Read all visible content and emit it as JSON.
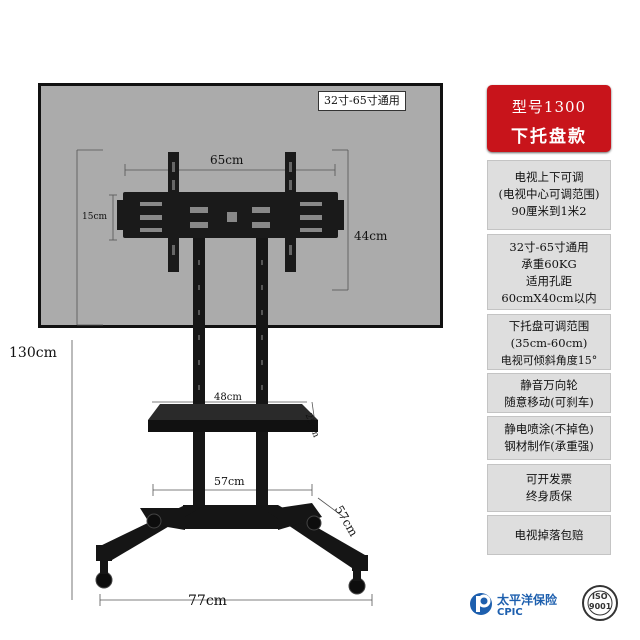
{
  "tv_label": "32寸-65寸通用",
  "dimensions": {
    "mount_width": "65cm",
    "mount_height": "44cm",
    "bracket_height": "15cm",
    "total_height": "130cm",
    "tray_width": "48cm",
    "tray_depth": "25cm",
    "base_inner": "57cm",
    "base_depth": "57cm",
    "base_width": "77cm"
  },
  "header": {
    "model": "型号1300",
    "name": "下托盘款"
  },
  "features": [
    {
      "lines": [
        "电视上下可调",
        "(电视中心可调范围)",
        "90厘米到1米2"
      ]
    },
    {
      "lines": [
        "32寸-65寸通用",
        "承重60KG",
        "适用孔距",
        "60cmX40cm以内"
      ]
    },
    {
      "lines": [
        "下托盘可调范围",
        "(35cm-60cm)",
        "电视可倾斜角度15°"
      ]
    },
    {
      "lines": [
        "静音万向轮",
        "随意移动(可刹车)"
      ]
    },
    {
      "lines": [
        "静电喷涂(不掉色)",
        "钢材制作(承重强)"
      ]
    },
    {
      "lines": [
        "可开发票",
        "终身质保"
      ]
    },
    {
      "lines": [
        "电视掉落包赔"
      ]
    }
  ],
  "logos": {
    "cpic_cn": "太平洋保险",
    "cpic_en": "CPIC",
    "iso_text": "ISO",
    "iso_num": "9001"
  },
  "colors": {
    "accent": "#c8141b",
    "panel": "#dedede",
    "screen": "#ababab"
  }
}
